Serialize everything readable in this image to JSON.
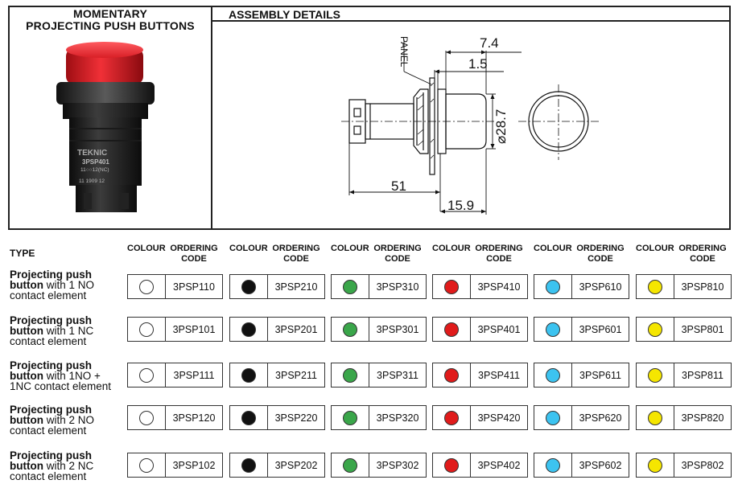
{
  "header": {
    "product_title_line1": "MOMENTARY",
    "product_title_line2": "PROJECTING PUSH BUTTONS",
    "assembly_title": "ASSEMBLY DETAILS"
  },
  "photo": {
    "brand": "TEKNIC",
    "model": "3PSP401",
    "contacts": "11○○12(NC)",
    "markings": "11  1909  12"
  },
  "drawing": {
    "panel_label": "PANEL",
    "dim_74": "7.4",
    "dim_15": "1.5",
    "dim_diameter": "⌀28.7",
    "dim_51": "51",
    "dim_159": "15.9"
  },
  "table": {
    "type_header": "TYPE",
    "colour_header": "COLOUR",
    "ordering_line1": "ORDERING",
    "ordering_line2": "CODE",
    "colours": [
      "#ffffff",
      "#111111",
      "#3aa64a",
      "#e01b1b",
      "#3cc3f0",
      "#f5e600"
    ],
    "rows": [
      {
        "line1": "Projecting push",
        "line2b": "button",
        "line2": " with 1 NO",
        "line3": "contact element",
        "codes": [
          "3PSP110",
          "3PSP210",
          "3PSP310",
          "3PSP410",
          "3PSP610",
          "3PSP810"
        ]
      },
      {
        "line1": "Projecting push",
        "line2b": "button",
        "line2": " with 1 NC",
        "line3": "contact element",
        "codes": [
          "3PSP101",
          "3PSP201",
          "3PSP301",
          "3PSP401",
          "3PSP601",
          "3PSP801"
        ]
      },
      {
        "line1": "Projecting push",
        "line2b": "button",
        "line2": " with 1NO +",
        "line3": "1NC contact element",
        "codes": [
          "3PSP111",
          "3PSP211",
          "3PSP311",
          "3PSP411",
          "3PSP611",
          "3PSP811"
        ]
      },
      {
        "line1": "Projecting push",
        "line2b": "button",
        "line2": " with 2 NO",
        "line3": "contact element",
        "codes": [
          "3PSP120",
          "3PSP220",
          "3PSP320",
          "3PSP420",
          "3PSP620",
          "3PSP820"
        ]
      },
      {
        "line1": "Projecting push",
        "line2b": "button",
        "line2": " with 2 NC",
        "line3": "contact element",
        "codes": [
          "3PSP102",
          "3PSP202",
          "3PSP302",
          "3PSP402",
          "3PSP602",
          "3PSP802"
        ]
      }
    ]
  }
}
